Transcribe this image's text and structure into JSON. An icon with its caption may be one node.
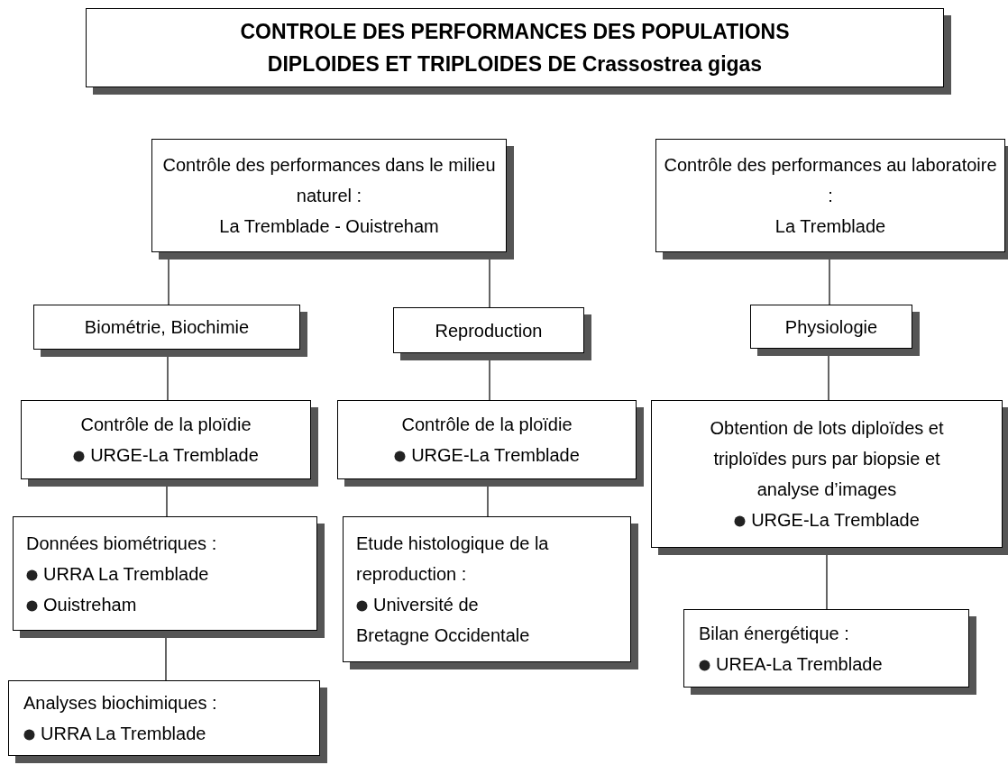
{
  "diagram": {
    "title": "CONTROLE DES PERFORMANCES DES POPULATIONS DIPLOIDES ET TRIPLOIDES DE Crassostrea gigas",
    "nodes": [
      {
        "text": [
          "Contrôle des performances dans le milieu naturel :",
          "La Tremblade - Ouistreham"
        ]
      },
      {
        "text": [
          "Contrôle des performances au laboratoire :",
          "La Tremblade"
        ]
      },
      {
        "text": [
          "Biométrie, Biochimie"
        ]
      },
      {
        "text": [
          "Reproduction"
        ]
      },
      {
        "text": [
          "Physiologie"
        ]
      },
      {
        "text": [
          "Contrôle de la ploïdie",
          "URGE-La Tremblade"
        ]
      },
      {
        "text": [
          "Contrôle de la ploïdie",
          "URGE-La Tremblade"
        ]
      },
      {
        "text": [
          "Obtention de lots diploïdes et triploïdes purs par biopsie et analyse d’images",
          "URGE-La Tremblade"
        ]
      },
      {
        "text": [
          "Données biométriques :",
          "URRA La Tremblade",
          "Ouistreham"
        ]
      },
      {
        "text": [
          "Etude histologique de la reproduction :",
          "Université de Bretagne Occidentale"
        ]
      },
      {
        "text": [
          "Bilan énergétique :",
          "UREA-La Tremblade"
        ]
      },
      {
        "text": [
          "Analyses biochimiques :",
          "URRA La Tremblade"
        ]
      }
    ],
    "edges": [
      {
        "from": 0,
        "to": 2,
        "arrow": "none"
      },
      {
        "from": 0,
        "to": 3,
        "arrow": "none"
      },
      {
        "from": 1,
        "to": 4,
        "arrow": "none"
      },
      {
        "from": 2,
        "to": 5,
        "arrow": "none"
      },
      {
        "from": 3,
        "to": 6,
        "arrow": "none"
      },
      {
        "from": 4,
        "to": 7,
        "arrow": "none"
      },
      {
        "from": 5,
        "to": 8,
        "arrow": "none"
      },
      {
        "from": 6,
        "to": 9,
        "arrow": "none"
      },
      {
        "from": 7,
        "to": 10,
        "arrow": "none"
      },
      {
        "from": 8,
        "to": 11,
        "arrow": "none"
      }
    ]
  }
}
